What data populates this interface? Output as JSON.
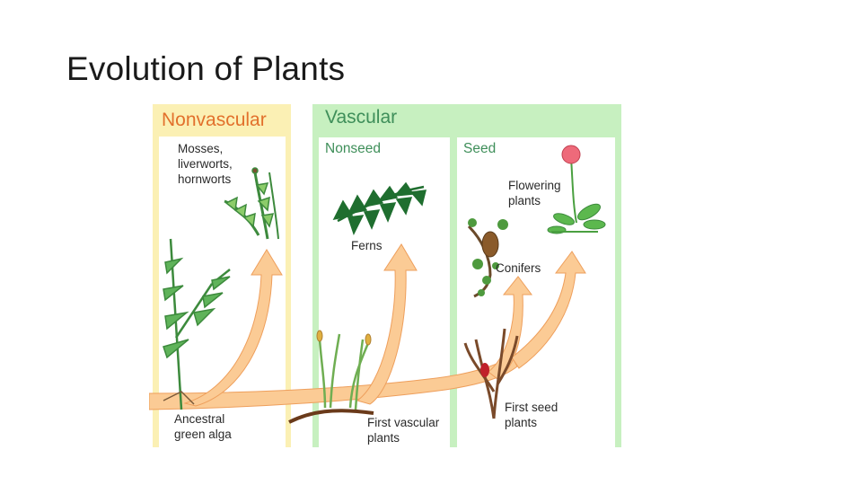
{
  "title": "Evolution of Plants",
  "diagram": {
    "headers": {
      "nonvascular": "Nonvascular",
      "vascular": "Vascular",
      "nonseed": "Nonseed",
      "seed": "Seed"
    },
    "labels": {
      "mosses": "Mosses,\nliverworts,\nhornworts",
      "ferns": "Ferns",
      "conifers": "Conifers",
      "flowering": "Flowering\nplants",
      "ancestral": "Ancestral\ngreen alga",
      "first_vascular": "First vascular\nplants",
      "first_seed": "First seed\nplants"
    },
    "colors": {
      "nonvascular_panel": "#fbf0b4",
      "vascular_panel": "#c7f0c0",
      "arrow": "#fbcb95",
      "arrow_edge": "#ee9f5c",
      "header_orange": "#e2702c",
      "header_green": "#3f8f5a"
    }
  }
}
